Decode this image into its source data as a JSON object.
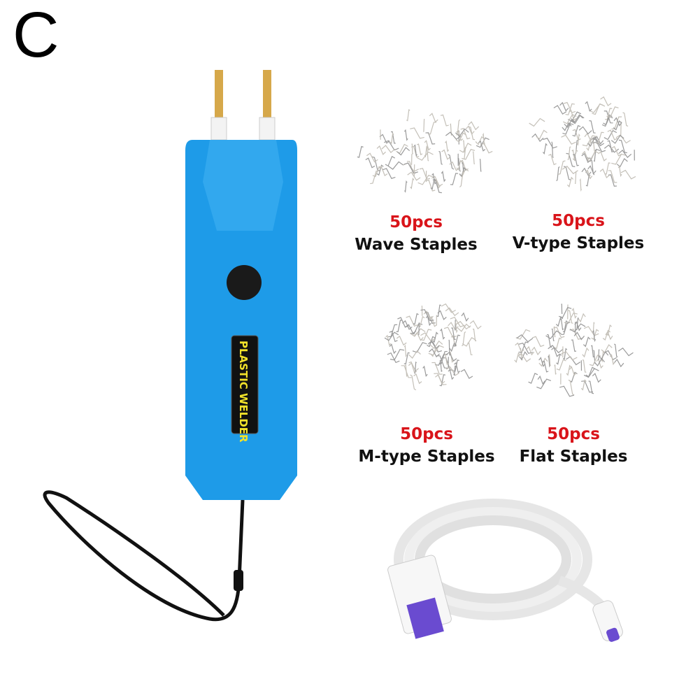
{
  "variant_letter": "C",
  "welder": {
    "label": "PLASTIC WELDER",
    "body_color": "#1e9be8",
    "label_text_color": "#f2e22a"
  },
  "staples": [
    {
      "quantity": "50pcs",
      "name": "Wave Staples"
    },
    {
      "quantity": "50pcs",
      "name": "V-type Staples"
    },
    {
      "quantity": "50pcs",
      "name": "M-type Staples"
    },
    {
      "quantity": "50pcs",
      "name": "Flat Staples"
    }
  ],
  "colors": {
    "quantity": "#d9141a",
    "cable": "#f2f2f2",
    "usb_port": "#6a4bd0"
  }
}
